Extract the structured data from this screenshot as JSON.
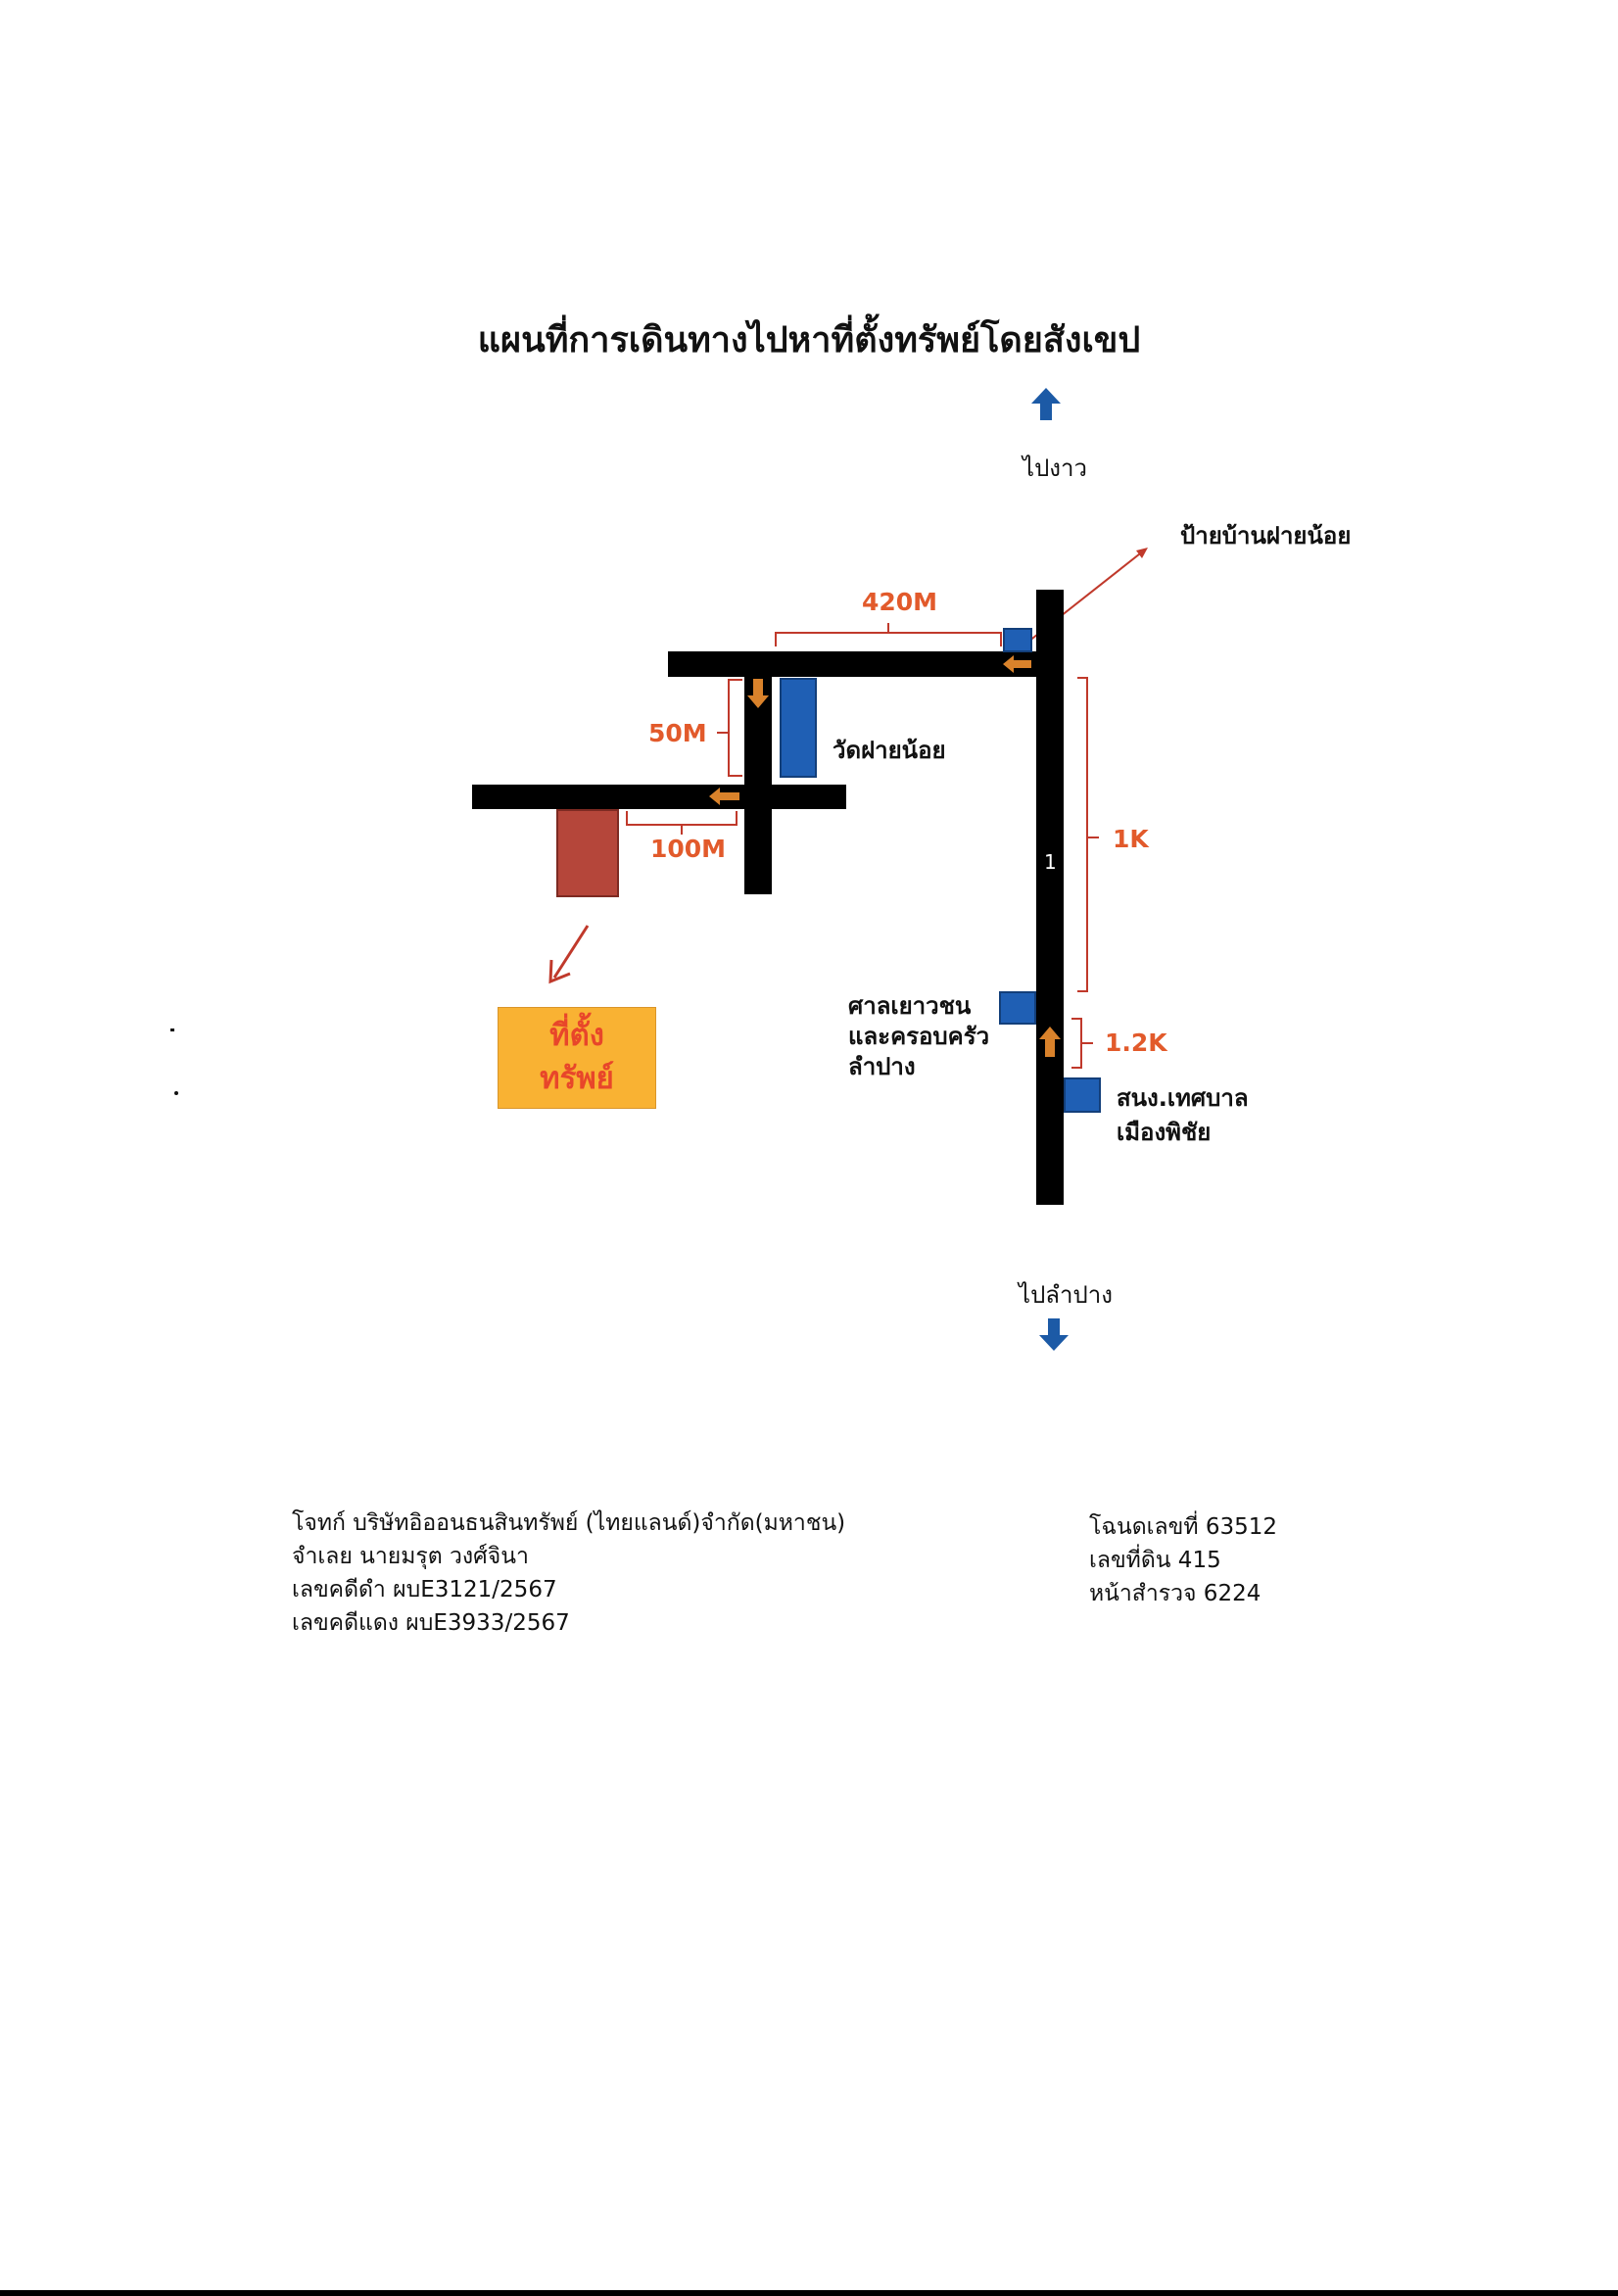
{
  "title": "แผนที่การเดินทางไปหาที่ตั้งทรัพย์โดยสังเขป",
  "directions": {
    "north": "ไปงาว",
    "south": "ไปลำปาง"
  },
  "landmarks": {
    "village_sign": "ป้ายบ้านฝายน้อย",
    "temple": "วัดฝายน้อย",
    "court": [
      "ศาลเยาวชน",
      "และครอบครัว",
      "ลำปาง"
    ],
    "municipal_office": [
      "สนง.เทศบาล",
      "เมืองพิชัย"
    ]
  },
  "road_number": "1",
  "distances": {
    "d420": "420M",
    "d50": "50M",
    "d100": "100M",
    "d1k": "1K",
    "d1_2k": "1.2K"
  },
  "property_label": [
    "ที่ตั้ง",
    "ทรัพย์"
  ],
  "footer_left": [
    "โจทก์ บริษัทอิออนธนสินทรัพย์ (ไทยแลนด์)จำกัด(มหาชน)",
    "จำเลย นายมรุต วงศ์จินา",
    "เลขคดีดำ ผบE3121/2567",
    "เลขคดีแดง ผบE3933/2567"
  ],
  "footer_right": [
    "โฉนดเลขที่ 63512",
    "เลขที่ดิน 415",
    "หน้าสำรวจ  6224"
  ],
  "colors": {
    "road": "#000000",
    "landmark_blue": "#1f5fb4",
    "property_red": "#b5463a",
    "label_orange_bg": "#f9b233",
    "label_text_red": "#e8462a",
    "distance_text": "#e25a2b",
    "arrow_orange": "#d9822b",
    "bracket": "#c0392b",
    "direction_blue": "#1c5aa6"
  }
}
